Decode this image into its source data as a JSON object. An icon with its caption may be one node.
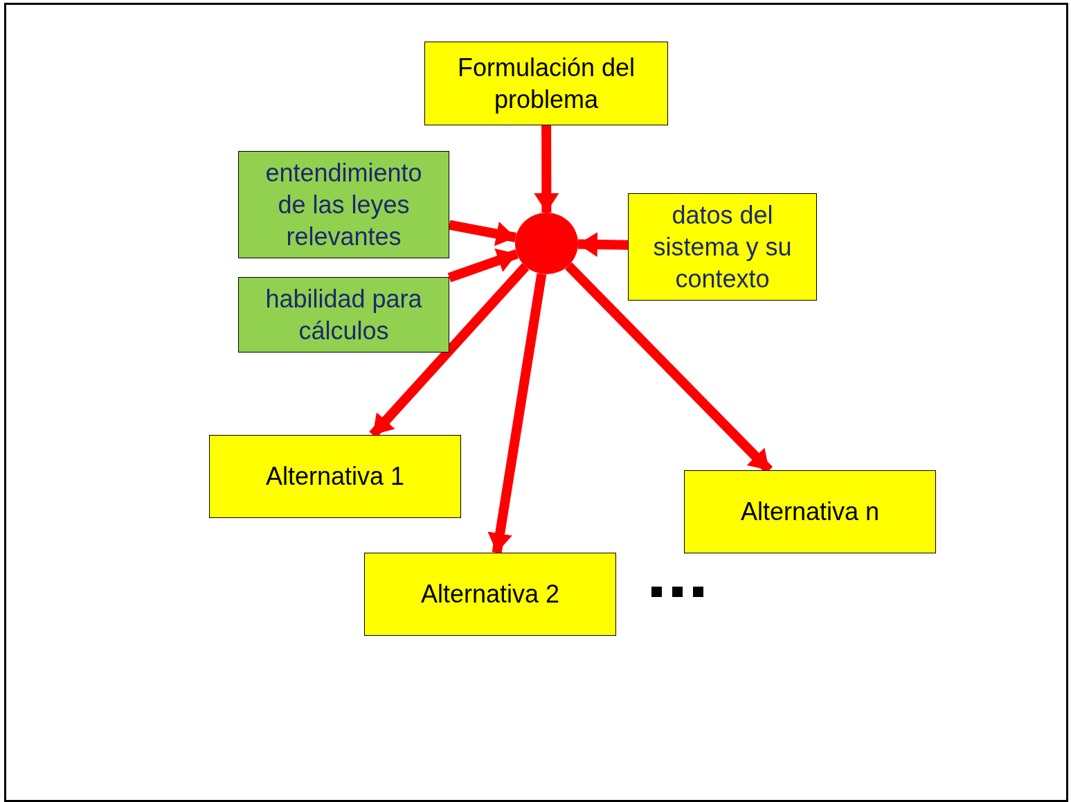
{
  "diagram": {
    "nodes": [
      {
        "text": [
          "Formulación del problema"
        ]
      },
      {
        "text": [
          "entendimiento de las leyes relevantes"
        ]
      },
      {
        "text": [
          "habilidad para cálculos"
        ]
      },
      {
        "text": [],
        "shape": "circle"
      },
      {
        "text": [
          "datos del sistema y su contexto"
        ]
      },
      {
        "text": [
          "Alternativa 1"
        ]
      },
      {
        "text": [
          "Alternativa 2"
        ]
      },
      {
        "text": [
          "Alternativa n"
        ]
      }
    ],
    "edges": [
      {
        "from": 0,
        "to": 3,
        "arrow": "to"
      },
      {
        "from": 1,
        "to": 3,
        "arrow": "to"
      },
      {
        "from": 2,
        "to": 3,
        "arrow": "to"
      },
      {
        "from": 4,
        "to": 3,
        "arrow": "to"
      },
      {
        "from": 3,
        "to": 5,
        "arrow": "to"
      },
      {
        "from": 3,
        "to": 6,
        "arrow": "to"
      },
      {
        "from": 3,
        "to": 7,
        "arrow": "to"
      }
    ]
  }
}
